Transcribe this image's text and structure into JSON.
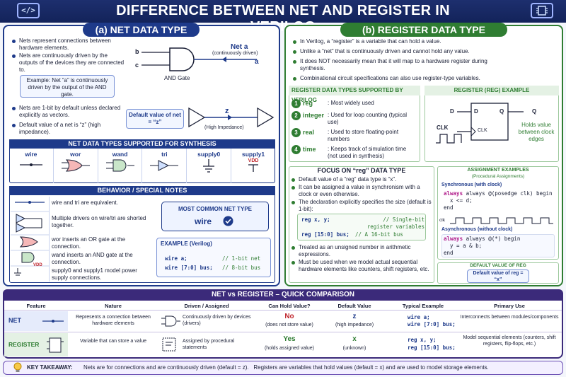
{
  "title": "DIFFERENCE BETWEEN NET AND REGISTER IN VERILOG",
  "icons": {
    "left": "</>",
    "left_name": "code-icon",
    "right_name": "chip-icon"
  },
  "net": {
    "header": "(a) NET DATA TYPE",
    "bullets": [
      "Nets represent connections between hardware elements.",
      "Nets are continuously driven by the outputs of the devices they are connected to."
    ],
    "example_box": "Example: Net “a” is continuously driven by the output of the AND gate.",
    "gate_label": "AND Gate",
    "net_label": "Net a",
    "net_sub": "(continuously driven)",
    "in_b": "b",
    "in_c": "c",
    "out_a": "a",
    "bullets2": [
      "Nets are 1-bit by default unless declared explicitly as vectors.",
      "Default value of a net is “z” (high impedance)."
    ],
    "default_box": "Default value of net = “z”",
    "z_label": "z",
    "hi_z": "(High Impedance)",
    "types_header": "NET DATA TYPES SUPPORTED FOR SYNTHESIS",
    "types": [
      "wire",
      "wor",
      "wand",
      "tri",
      "supply0",
      "supply1"
    ],
    "vdd": "VDD",
    "behavior_header": "BEHAVIOR / SPECIAL NOTES",
    "behavior": [
      "wire and tri are equivalent.",
      "Multiple drivers on wire/tri are shorted together.",
      "wor inserts an OR gate at the connection.",
      "wand inserts an AND gate at the connection.",
      "supply0 and supply1 model power supply connections."
    ],
    "common_title": "MOST COMMON NET TYPE",
    "common_value": "wire",
    "ex_title": "EXAMPLE (Verilog)",
    "ex_code": [
      {
        "code": "wire a;",
        "cmt": "// 1-bit net"
      },
      {
        "code": "wire [7:0] bus;",
        "cmt": "// 8-bit bus"
      }
    ]
  },
  "reg": {
    "header": "(b) REGISTER DATA TYPE",
    "bullets": [
      "In Verilog, a “register” is a variable that can hold a value.",
      "Unlike a “net” that is continuously driven and cannot hold any value.",
      "It does NOT necessarily mean that it will map to a hardware register during synthesis.",
      "Combinational circuit specifications can also use register-type variables."
    ],
    "types_header": "REGISTER DATA TYPES SUPPORTED BY VERILOG",
    "types": [
      {
        "n": "1",
        "name": "reg",
        "desc": ": Most widely used"
      },
      {
        "n": "2",
        "name": "integer",
        "desc": ": Used for loop counting (typical use)"
      },
      {
        "n": "3",
        "name": "real",
        "desc": ": Used to store floating-point numbers"
      },
      {
        "n": "4",
        "name": "time",
        "desc": ": Keeps track of simulation time (not used in synthesis)"
      }
    ],
    "example_header": "REGISTER (REG) EXAMPLE",
    "ff": {
      "d_in": "D",
      "d": "D",
      "q": "Q",
      "clk_in": "CLK",
      "clk": "CLK",
      "q_out": "Q",
      "holds": "Holds value between clock edges"
    },
    "focus_header": "FOCUS ON “reg” DATA TYPE",
    "focus": [
      "Default value of a “reg” data type is “x”.",
      "It can be assigned a value in synchronism with a clock or even otherwise.",
      "The declaration explicitly specifies the size (default is 1-bit):"
    ],
    "focus_code": [
      {
        "code": "reg x, y;",
        "cmt": "// Single-bit register variables"
      },
      {
        "code": "reg [15:0] bus;",
        "cmt": "// A 16-bit bus"
      }
    ],
    "focus2": [
      "Treated as an unsigned number in arithmetic expressions.",
      "Must be used when we model actual sequential hardware elements like counters, shift registers, etc."
    ],
    "assign_header": "ASSIGNMENT EXAMPLES",
    "assign_sub": "(Procedural Assignments)",
    "sync_label": "Synchronous (with clock)",
    "sync_code": [
      "always @(posedge clk) begin",
      "  x <= d;",
      "end"
    ],
    "clk": "clk",
    "async_label": "Asynchronous (without clock)",
    "async_code": [
      "always @(*) begin",
      "  y = a & b;",
      "end"
    ],
    "default_header": "DEFAULT VALUE OF REG",
    "default_box": "Default value of reg = “x”"
  },
  "compare": {
    "header": "NET vs REGISTER – QUICK COMPARISON",
    "columns": [
      "Feature",
      "Nature",
      "Driven / Assigned",
      "Can Hold Value?",
      "Default Value",
      "Typical Example",
      "Primary Use"
    ],
    "rows": [
      {
        "feature": "NET",
        "nature": "Represents a connection between hardware elements",
        "driven": "Continuously driven by devices (drivers)",
        "hold": "No",
        "hold_sub": "(does not store value)",
        "def": "z",
        "def_sub": "(high impedance)",
        "ex": [
          "wire a;",
          "wire [7:0] bus;"
        ],
        "use": "Interconnects between modules/components"
      },
      {
        "feature": "REGISTER",
        "nature": "Variable that can store a value",
        "driven": "Assigned by procedural statements",
        "hold": "Yes",
        "hold_sub": "(holds assigned value)",
        "def": "x",
        "def_sub": "(unknown)",
        "ex": [
          "reg x, y;",
          "reg [15:0] bus;"
        ],
        "use": "Model sequential elements (counters, shift registers, flip-flops, etc.)"
      }
    ]
  },
  "takeaway": {
    "label": "KEY TAKEAWAY:",
    "text": "Nets are for connections and are continuously driven (default = z).   Registers are variables that hold values (default = x) and are used to model storage elements."
  },
  "colors": {
    "net": "#1e3a8a",
    "reg": "#2f7d32",
    "compare": "#3b2a7a"
  }
}
